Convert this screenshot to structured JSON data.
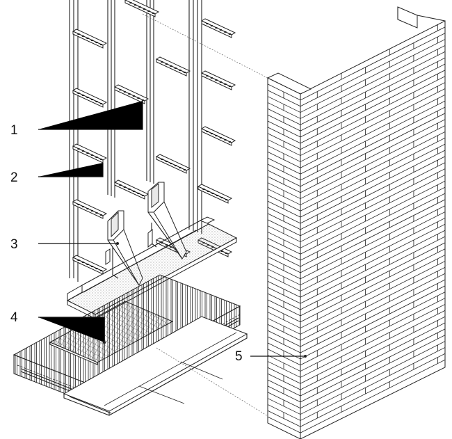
{
  "figure": {
    "callouts": [
      {
        "id": "1",
        "label": "1"
      },
      {
        "id": "2",
        "label": "2"
      },
      {
        "id": "3",
        "label": "3"
      },
      {
        "id": "4",
        "label": "4"
      },
      {
        "id": "5",
        "label": "5"
      }
    ],
    "components": {
      "rails": "vertical-support-rails",
      "anchors": "perforated-wall-anchors",
      "brackets": "support-brackets",
      "mesh": "reinforcement-mesh",
      "brick_wall": "brick-veneer-wall"
    }
  }
}
